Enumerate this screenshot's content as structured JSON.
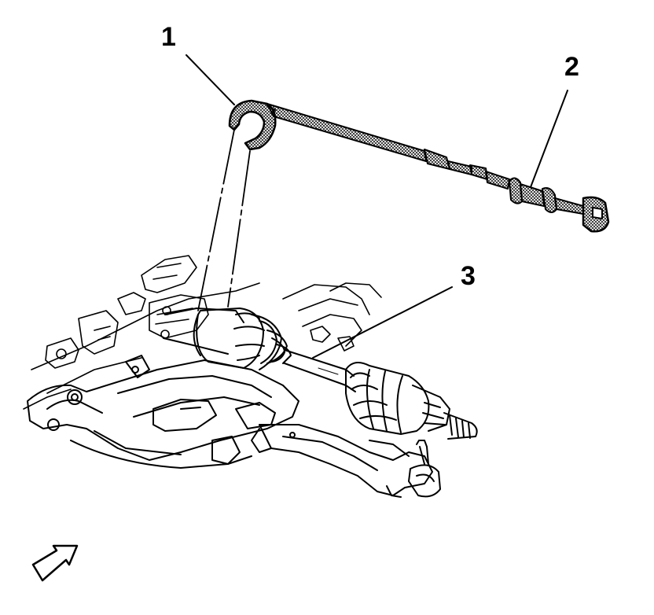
{
  "callouts": {
    "c1": "1",
    "c2": "2",
    "c3": "3"
  },
  "colors": {
    "ink": "#000000",
    "paper": "#ffffff"
  },
  "icons": {
    "direction_arrow": "front-direction-arrow-icon"
  }
}
